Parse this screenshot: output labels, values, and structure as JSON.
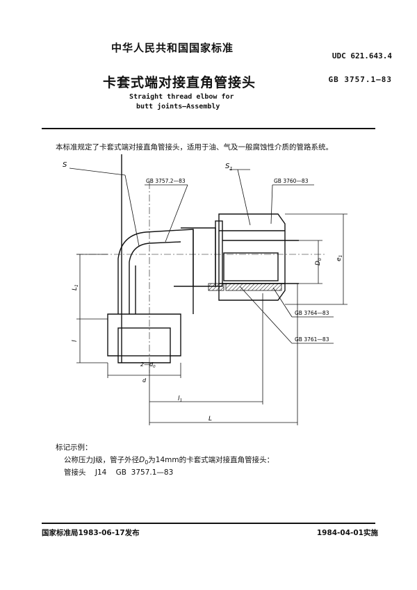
{
  "header": {
    "organization": "中华人民共和国国家标准",
    "udc": "UDC  621.643.4",
    "title_cn": "卡套式端对接直角管接头",
    "standard_no": "GB  3757.1—83",
    "title_en_line1": "Straight thread elbow for",
    "title_en_line2": "butt joints—Assembly"
  },
  "scope_text": "本标准规定了卡套式端对接直角管接头，适用于油、气及一般腐蚀性介质的管路系统。",
  "drawing": {
    "labels": {
      "s": "S",
      "s1_main": "S",
      "s1_sub": "1",
      "ref_body": "GB  3757.2—83",
      "ref_nut": "GB  3760—83",
      "ref_ring": "GB  3764—83",
      "ref_tube": "GB  3761—83",
      "d0_main": "D",
      "d0_sub": "0",
      "e1_main": "e",
      "e1_sub": "1",
      "L1_main": "L",
      "L1_sub": "1",
      "l": "l",
      "two_d0": "2—d",
      "two_d0_sub": "0",
      "d": "d",
      "l1_main": "l",
      "l1_sub": "1",
      "L": "L"
    }
  },
  "marking": {
    "heading": "标记示例：",
    "line1_prefix": "公称压力J级，管子外径",
    "line1_var": "D",
    "line1_sub": "0",
    "line1_suffix": "为14mm的卡套式端对接直角管接头：",
    "line2": "管接头    J14    GB  3757.1—83"
  },
  "footer": {
    "issued": "国家标准局1983-06-17发布",
    "implemented": "1984-04-01实施"
  }
}
